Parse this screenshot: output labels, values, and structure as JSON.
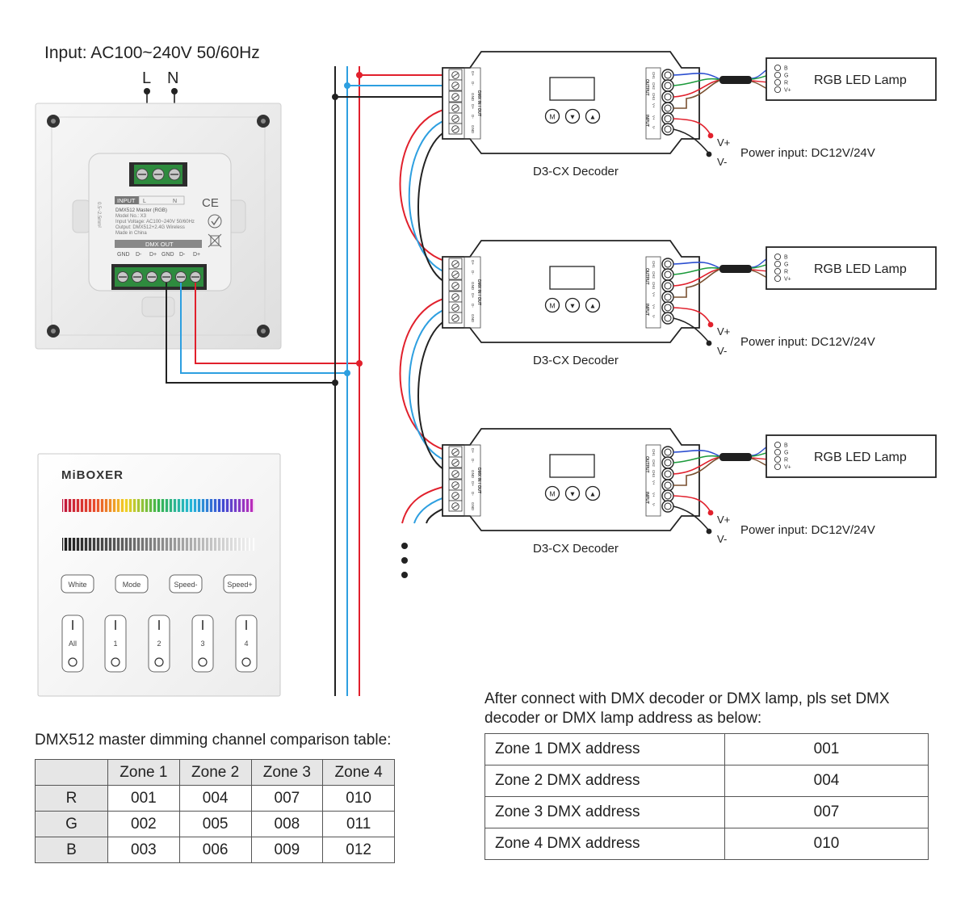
{
  "title": "Input: AC100~240V 50/60Hz",
  "mains": {
    "l": "L",
    "n": "N"
  },
  "master_panel_back": {
    "input_tag": "INPUT",
    "input_terminals": [
      "L",
      "N"
    ],
    "ce": "CE",
    "label_lines": [
      "DMX512 Master (RGB)",
      "Model No.: X3",
      "Input Voltage: AC100~240V 50/60Hz",
      "Output: DMX512+2.4G Wireless",
      "Made in China"
    ],
    "strip_spec": "0.5~2.5mm²",
    "dmx_out_label": "DMX OUT",
    "dmx_terminals": [
      "GND",
      "D-",
      "D+",
      "GND",
      "D-",
      "D+"
    ]
  },
  "master_panel_front": {
    "brand": "MiBOXER",
    "buttons": [
      "White",
      "Mode",
      "Speed-",
      "Speed+"
    ],
    "zones": [
      "All",
      "1",
      "2",
      "3",
      "4"
    ]
  },
  "decoders": [
    {
      "name": "D3-CX Decoder",
      "lamp": "RGB LED Lamp",
      "vplus": "V+",
      "vminus": "V-",
      "power": "Power input: DC12V/24V"
    },
    {
      "name": "D3-CX Decoder",
      "lamp": "RGB LED Lamp",
      "vplus": "V+",
      "vminus": "V-",
      "power": "Power input: DC12V/24V"
    },
    {
      "name": "D3-CX Decoder",
      "lamp": "RGB LED Lamp",
      "vplus": "V+",
      "vminus": "V-",
      "power": "Power input: DC12V/24V"
    }
  ],
  "decoder_labels": {
    "dmx_in_out": "DMX IN / OUT",
    "dmx_pins": [
      "D+",
      "D-",
      "GND",
      "D+",
      "D-",
      "GND"
    ],
    "output": "OUTPUT",
    "output_pins": [
      "CH1",
      "CH2",
      "CH3",
      "V+"
    ],
    "input": "INPUT",
    "input_pins": [
      "V+",
      "V-"
    ],
    "buttons": [
      "M",
      "▼",
      "▲"
    ]
  },
  "lamp_pins": [
    "B",
    "G",
    "R",
    "V+"
  ],
  "dimming_table": {
    "title": "DMX512 master dimming channel comparison table:",
    "columns": [
      "Zone 1",
      "Zone 2",
      "Zone 3",
      "Zone 4"
    ],
    "rows": [
      {
        "label": "R",
        "values": [
          "001",
          "004",
          "007",
          "010"
        ]
      },
      {
        "label": "G",
        "values": [
          "002",
          "005",
          "008",
          "011"
        ]
      },
      {
        "label": "B",
        "values": [
          "003",
          "006",
          "009",
          "012"
        ]
      }
    ]
  },
  "address_note": [
    "After connect with DMX decoder or DMX lamp, pls set DMX",
    "decoder or DMX lamp address as below:"
  ],
  "address_table": [
    {
      "zone": "Zone 1 DMX address",
      "address": "001"
    },
    {
      "zone": "Zone 2 DMX address",
      "address": "004"
    },
    {
      "zone": "Zone 3 DMX address",
      "address": "007"
    },
    {
      "zone": "Zone 4 DMX address",
      "address": "010"
    }
  ],
  "colors": {
    "dplus": "#e1202c",
    "dminus": "#2d9fe0",
    "gnd": "#222222",
    "green_wire": "#1c9b3c",
    "blue_wire": "#2c4fd0",
    "terminal": "#2e8b3e"
  }
}
